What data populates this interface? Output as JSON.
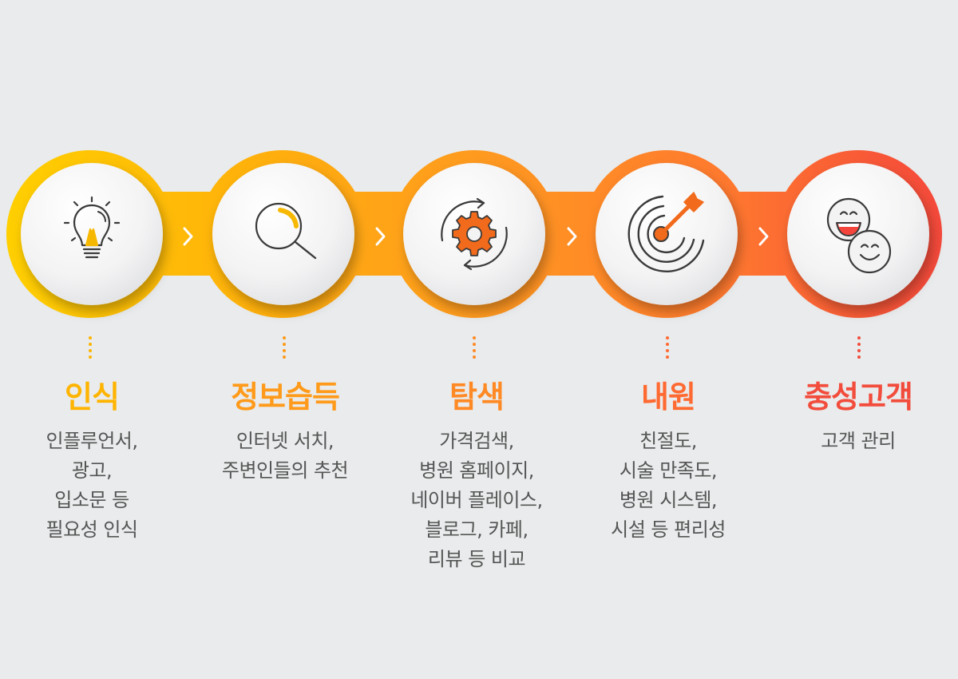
{
  "colors": {
    "background": "#e9ebec",
    "gradient_start": "#ffc400",
    "gradient_mid": "#ff9a1f",
    "gradient_end": "#f7453c",
    "icon_line": "#3a3a3a",
    "icon_accent_yellow": "#f6b800",
    "icon_accent_orange": "#f26a1b",
    "description_text": "#555555"
  },
  "steps": [
    {
      "icon": "lightbulb-icon",
      "title": "인식",
      "title_color": "#ffb400",
      "dots_color": "#ffb400",
      "description": [
        "인플루언서,",
        "광고,",
        "입소문 등",
        "필요성 인식"
      ]
    },
    {
      "icon": "magnifier-icon",
      "title": "정보습득",
      "title_color": "#ff9a1a",
      "dots_color": "#ff9a1a",
      "description": [
        "인터넷 서치,",
        "주변인들의 추천"
      ]
    },
    {
      "icon": "gear-cycle-icon",
      "title": "탐색",
      "title_color": "#ff8a25",
      "dots_color": "#ff8a25",
      "description": [
        "가격검색,",
        "병원 홈페이지,",
        "네이버 플레이스,",
        "블로그, 카페,",
        "리뷰 등 비교"
      ]
    },
    {
      "icon": "target-icon",
      "title": "내원",
      "title_color": "#ff6a32",
      "dots_color": "#ff6a32",
      "description": [
        "친절도,",
        "시술 만족도,",
        "병원 시스템,",
        "시설 등 편리성"
      ]
    },
    {
      "icon": "smiley-faces-icon",
      "title": "충성고객",
      "title_color": "#f24c3c",
      "dots_color": "#f24c3c",
      "description": [
        "고객 관리"
      ]
    }
  ]
}
